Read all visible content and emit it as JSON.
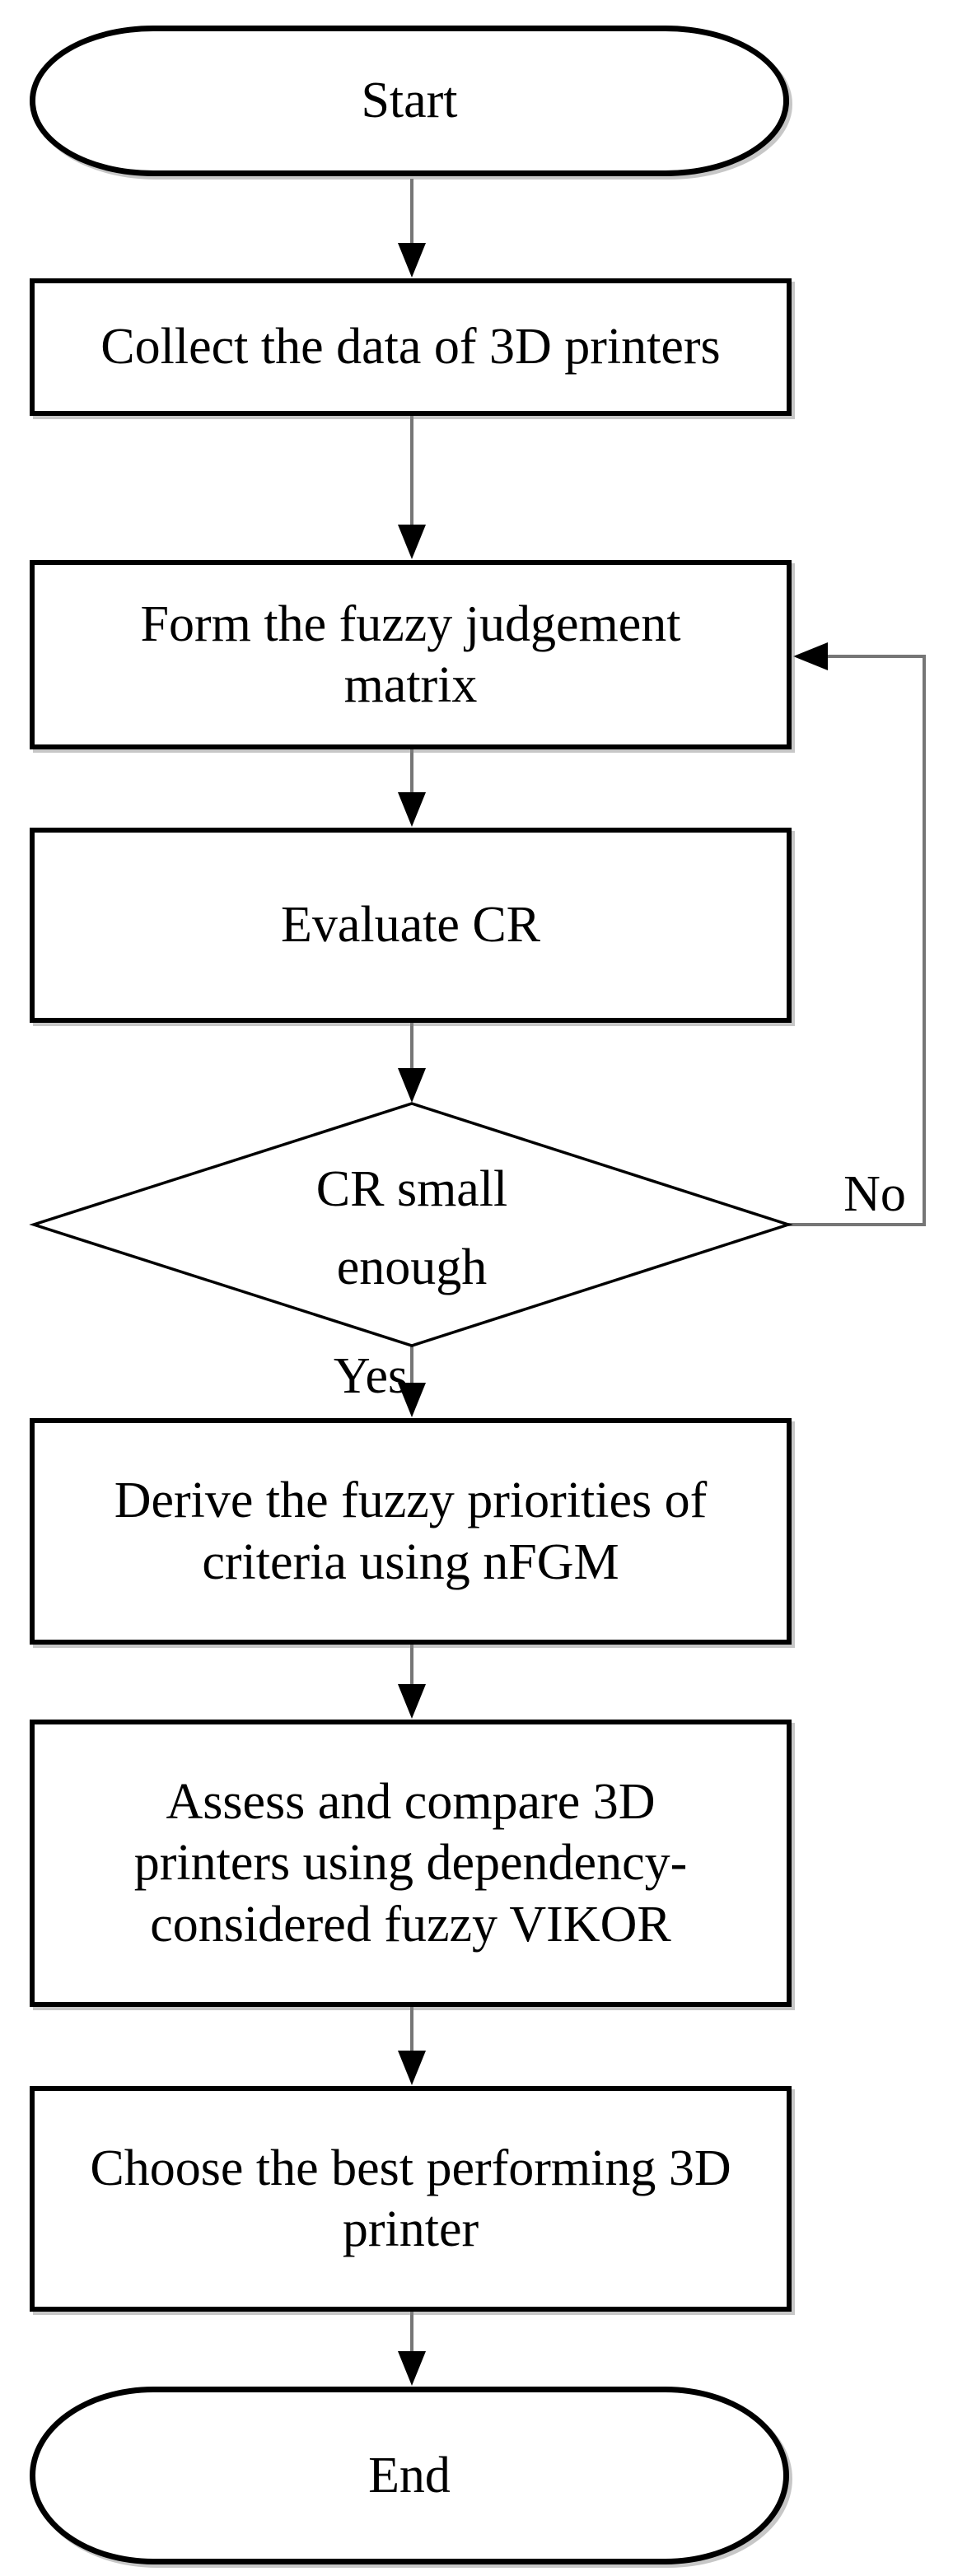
{
  "flowchart": {
    "nodes": [
      {
        "id": "start",
        "type": "terminator",
        "label": "Start"
      },
      {
        "id": "collect",
        "type": "process",
        "label": "Collect the data of 3D printers"
      },
      {
        "id": "form",
        "type": "process",
        "label": "Form the fuzzy judgement\nmatrix"
      },
      {
        "id": "evaluate",
        "type": "process",
        "label": "Evaluate CR"
      },
      {
        "id": "decision",
        "type": "decision",
        "label": "CR small\nenough"
      },
      {
        "id": "derive",
        "type": "process",
        "label": "Derive the fuzzy priorities of\ncriteria using nFGM"
      },
      {
        "id": "assess",
        "type": "process",
        "label": "Assess and compare 3D\nprinters using dependency-\nconsidered fuzzy VIKOR"
      },
      {
        "id": "choose",
        "type": "process",
        "label": "Choose the best performing 3D\nprinter"
      },
      {
        "id": "end",
        "type": "terminator",
        "label": "End"
      }
    ],
    "edge_labels": {
      "yes": "Yes",
      "no": "No"
    },
    "edges": [
      {
        "from": "start",
        "to": "collect"
      },
      {
        "from": "collect",
        "to": "form"
      },
      {
        "from": "form",
        "to": "evaluate"
      },
      {
        "from": "evaluate",
        "to": "decision"
      },
      {
        "from": "decision",
        "to": "derive",
        "label": "Yes"
      },
      {
        "from": "decision",
        "to": "form",
        "label": "No"
      },
      {
        "from": "derive",
        "to": "assess"
      },
      {
        "from": "assess",
        "to": "choose"
      },
      {
        "from": "choose",
        "to": "end"
      }
    ],
    "colors": {
      "background": "#ffffff",
      "shape_border": "#000000",
      "connector": "#767676",
      "arrowhead": "#000000",
      "text": "#000000"
    }
  }
}
